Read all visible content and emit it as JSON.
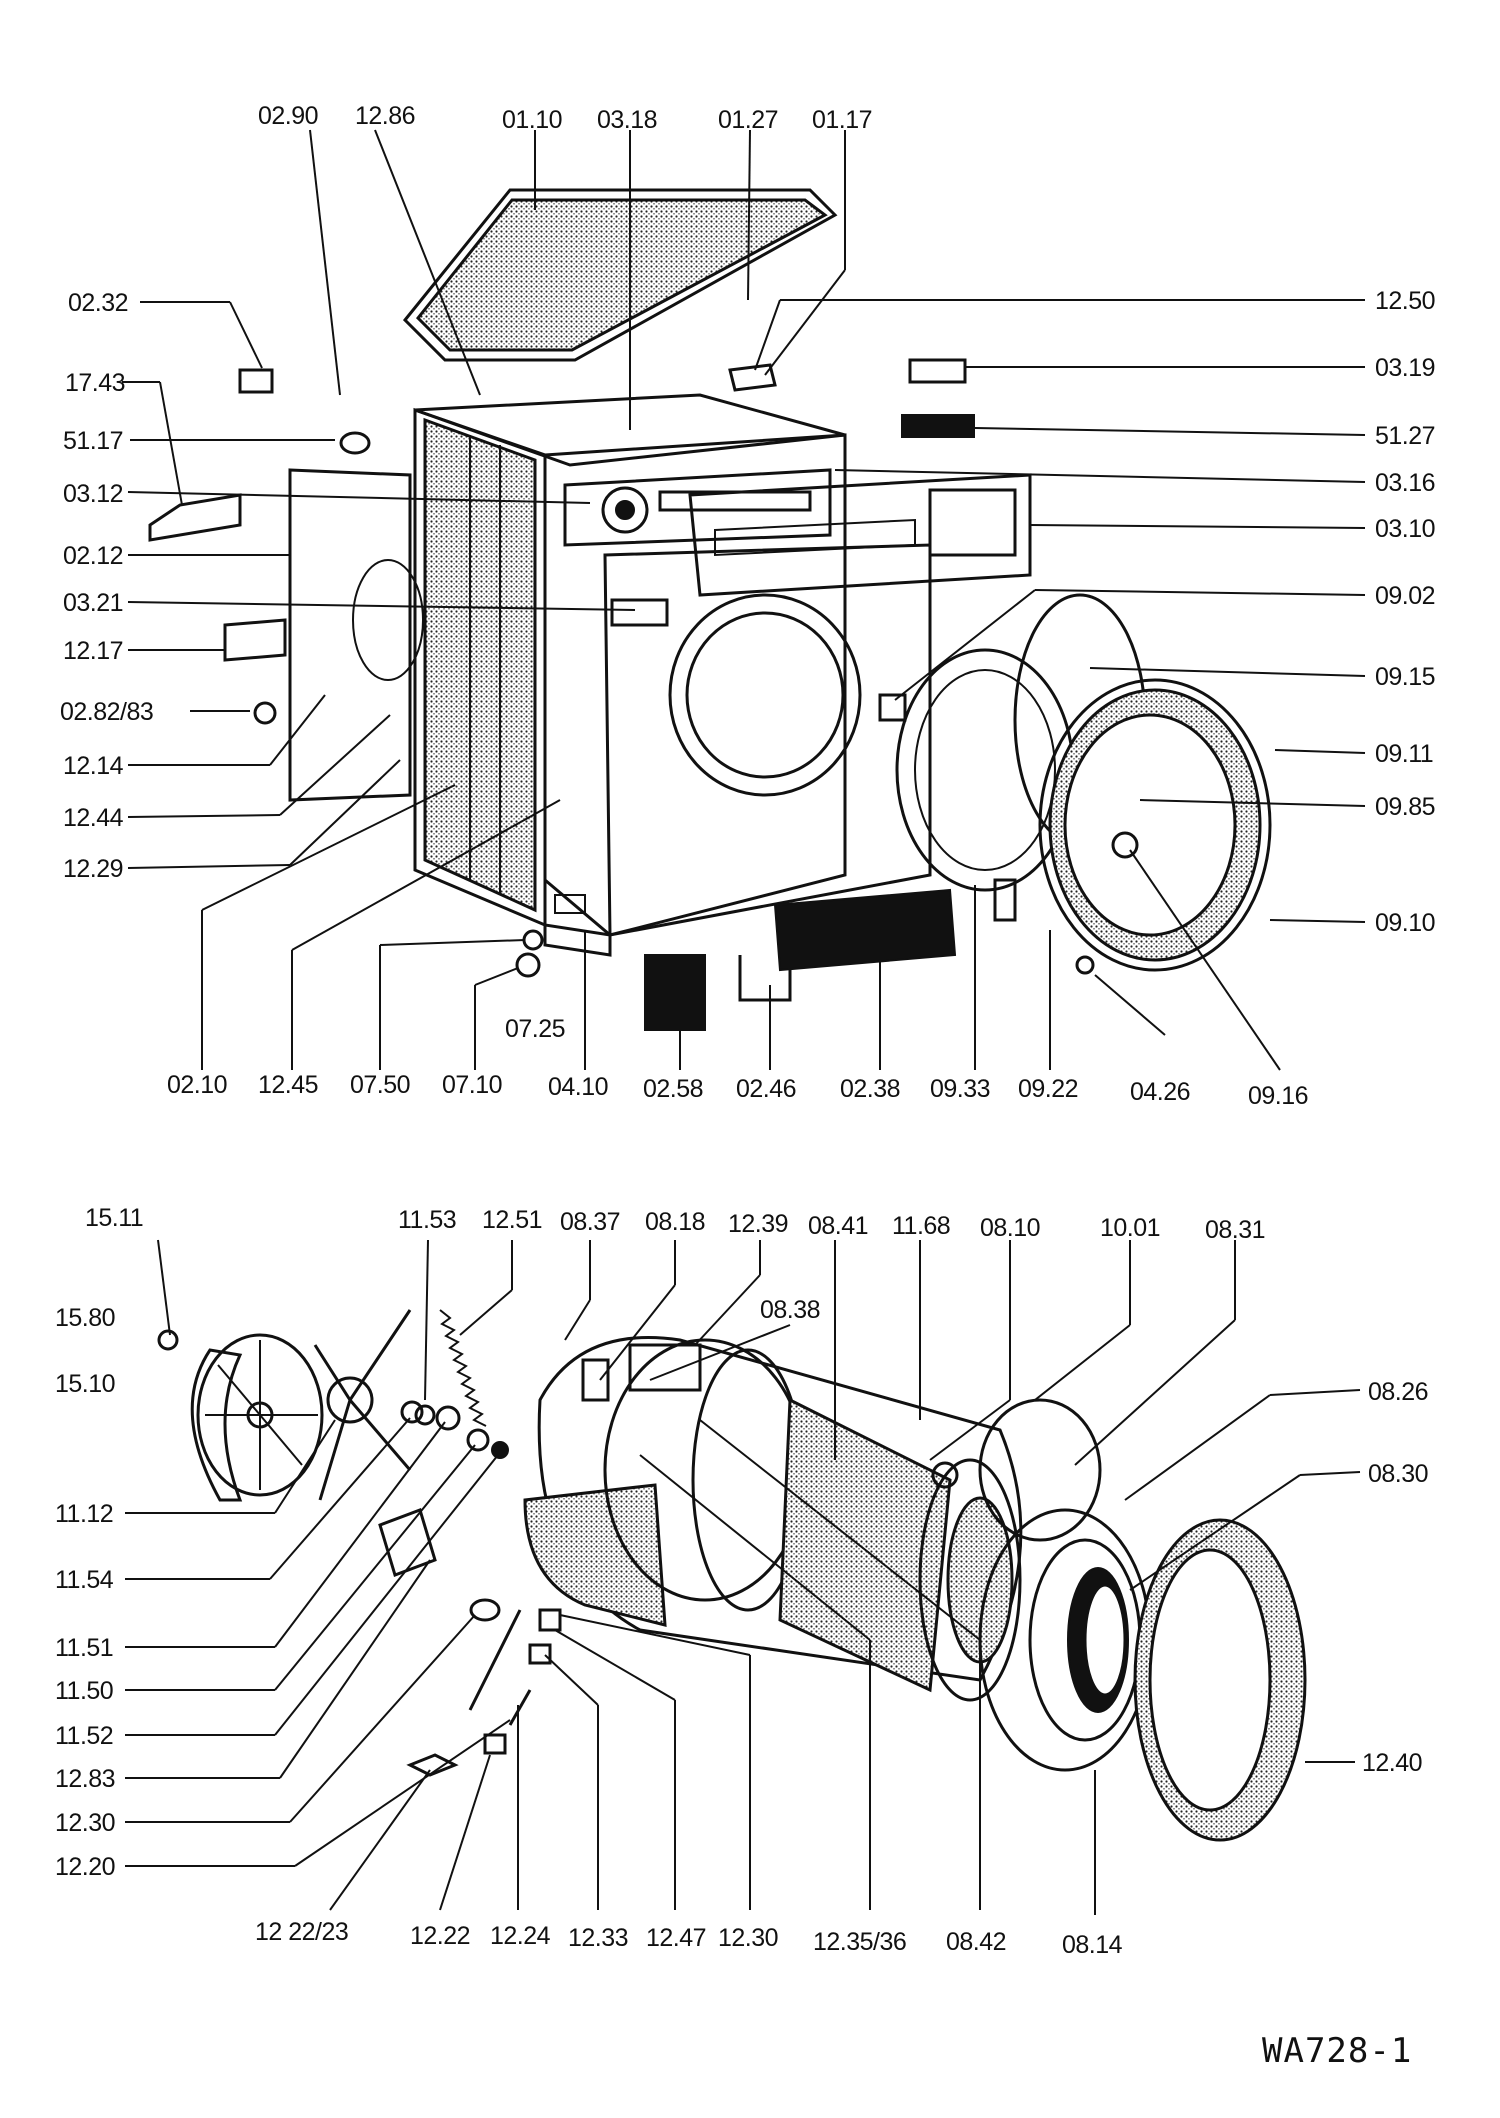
{
  "top_labels": [
    "02.90",
    "12.86",
    "01.10",
    "03.18",
    "01.27",
    "01.17"
  ],
  "upper_left_labels": [
    "02.32",
    "17.43",
    "51.17",
    "03.12",
    "02.12",
    "03.21",
    "12.17",
    "02.82/83",
    "12.14",
    "12.44",
    "12.29"
  ],
  "upper_right_labels": [
    "12.50",
    "03.19",
    "51.27",
    "03.16",
    "03.10",
    "09.02",
    "09.15",
    "09.11",
    "09.85",
    "09.10"
  ],
  "upper_bottom_labels": [
    "07.25",
    "02.10",
    "12.45",
    "07.50",
    "07.10",
    "04.10",
    "02.58",
    "02.46",
    "02.38",
    "09.33",
    "09.22",
    "04.26",
    "09.16"
  ],
  "lower_top_labels": [
    "15.11",
    "11.53",
    "12.51",
    "08.37",
    "08.18",
    "12.39",
    "08.41",
    "11.68",
    "08.10",
    "10.01",
    "08.31",
    "15.80",
    "15.10",
    "08.38"
  ],
  "lower_left_labels": [
    "11.12",
    "11.54",
    "11.51",
    "11.50",
    "11.52",
    "12.83",
    "12.30",
    "12.20"
  ],
  "lower_right_labels": [
    "08.26",
    "08.30",
    "12.40"
  ],
  "lower_bottom_labels": [
    "12 22/23",
    "12.22",
    "12.24",
    "12.33",
    "12.47",
    "12.30",
    "12.35/36",
    "08.42",
    "08.14"
  ],
  "reference": "WA728-1"
}
